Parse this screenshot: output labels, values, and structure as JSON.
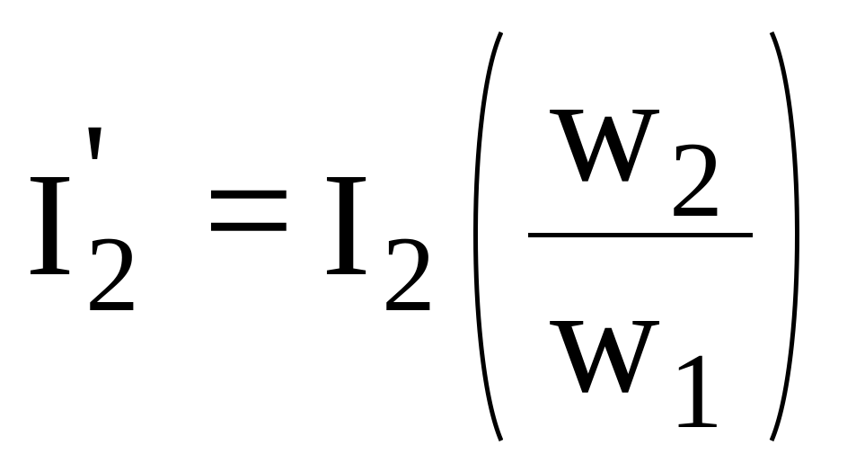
{
  "formula": {
    "lhs": {
      "symbol": "I",
      "prime": "'",
      "subscript": "2"
    },
    "equals": "=",
    "rhs": {
      "symbol": "I",
      "subscript": "2",
      "fraction": {
        "numerator": {
          "symbol": "w",
          "subscript": "2"
        },
        "denominator": {
          "symbol": "w",
          "subscript": "1"
        }
      }
    }
  }
}
